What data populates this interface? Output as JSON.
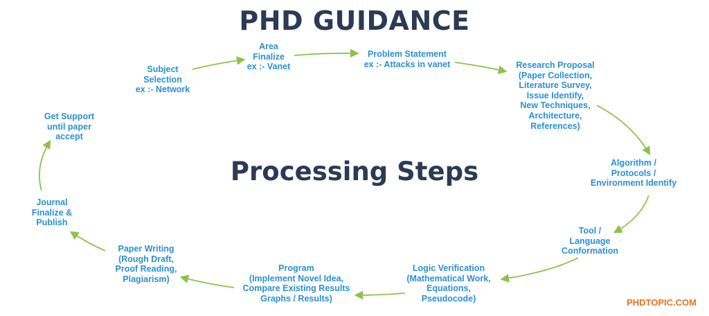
{
  "title": "PHD GUIDANCE",
  "center_label": "Processing Steps",
  "brand": "PHDTOPIC.COM",
  "arrow_color": "#8bc34a",
  "steps": [
    {
      "id": "subject",
      "text": "Subject\nSelection\nex :- Network"
    },
    {
      "id": "area",
      "text": "Area\nFinalize\nex :- Vanet"
    },
    {
      "id": "problem",
      "text": "Problem Statement\nex :- Attacks in vanet"
    },
    {
      "id": "proposal",
      "text": "Research Proposal\n(Paper Collection,\nLiterature Survey,\nIssue Identify,\nNew Techniques,\nArchitecture,\nReferences)"
    },
    {
      "id": "algorithm",
      "text": "Algorithm /\nProtocols /\nEnvironment Identify"
    },
    {
      "id": "tool",
      "text": "Tool /\nLanguage\nConformation"
    },
    {
      "id": "logic",
      "text": "Logic Verification\n(Mathematical Work,\nEquations,\nPseudocode)"
    },
    {
      "id": "program",
      "text": "Program\n(Implement Novel Idea,\nCompare Existing Results\nGraphs / Results)"
    },
    {
      "id": "paper",
      "text": "Paper Writing\n(Rough Draft,\nProof Reading,\nPlagiarism)"
    },
    {
      "id": "journal",
      "text": "Journal\nFinalize &\nPublish"
    },
    {
      "id": "support",
      "text": "Get Support\nuntil paper\naccept"
    }
  ]
}
